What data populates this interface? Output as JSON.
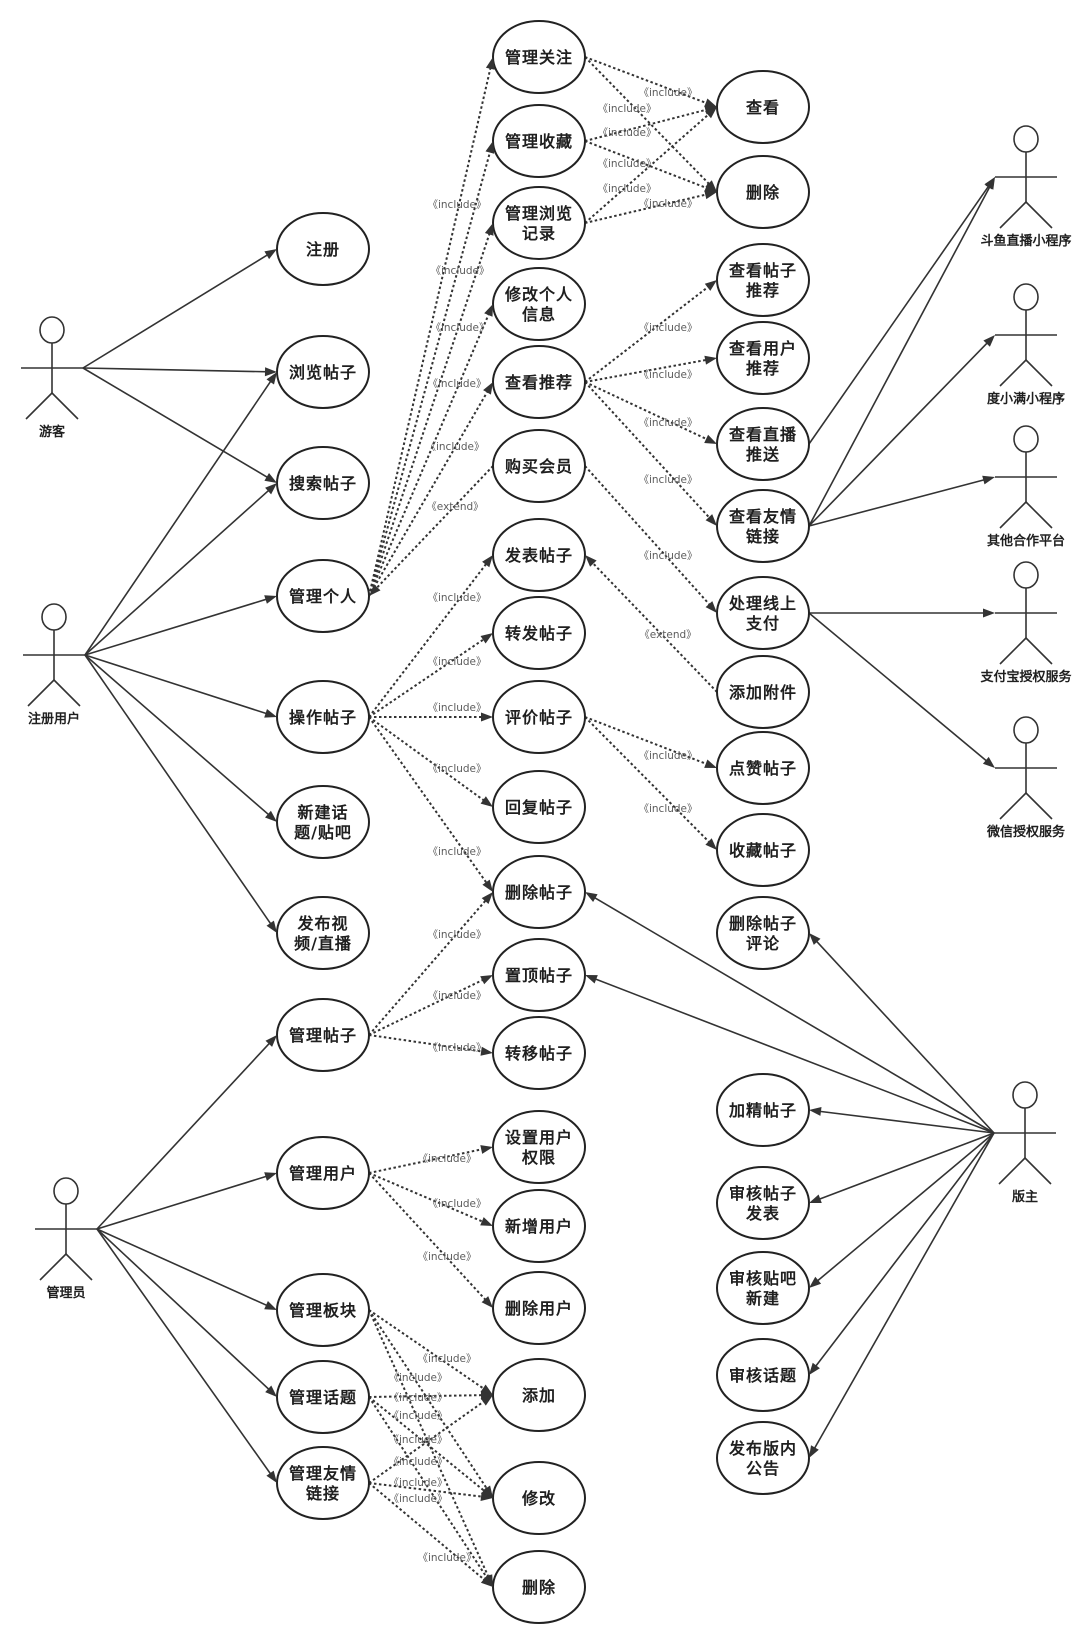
{
  "colors": {
    "background": "#ffffff",
    "line": "#333333",
    "ellipse_stroke": "#222222",
    "fill": "#ffffff",
    "text": "#1f1f1f",
    "stereotype_text": "#5c5c5c"
  },
  "actors": [
    {
      "name": "游客"
    },
    {
      "name": "注册用户"
    },
    {
      "name": "管理员"
    },
    {
      "name": "斗鱼直播小程序"
    },
    {
      "name": "度小满小程序"
    },
    {
      "name": "其他合作平台"
    },
    {
      "name": "支付宝授权服务"
    },
    {
      "name": "微信授权服务"
    },
    {
      "name": "版主"
    }
  ],
  "use_cases": [
    {
      "lines": [
        "注册"
      ]
    },
    {
      "lines": [
        "浏览帖子"
      ]
    },
    {
      "lines": [
        "搜索帖子"
      ]
    },
    {
      "lines": [
        "管理个人"
      ]
    },
    {
      "lines": [
        "操作帖子"
      ]
    },
    {
      "lines": [
        "新建话",
        "题/贴吧"
      ]
    },
    {
      "lines": [
        "发布视",
        "频/直播"
      ]
    },
    {
      "lines": [
        "管理帖子"
      ]
    },
    {
      "lines": [
        "管理用户"
      ]
    },
    {
      "lines": [
        "管理板块"
      ]
    },
    {
      "lines": [
        "管理话题"
      ]
    },
    {
      "lines": [
        "管理友情",
        "链接"
      ]
    },
    {
      "lines": [
        "管理关注"
      ]
    },
    {
      "lines": [
        "管理收藏"
      ]
    },
    {
      "lines": [
        "管理浏览",
        "记录"
      ]
    },
    {
      "lines": [
        "修改个人",
        "信息"
      ]
    },
    {
      "lines": [
        "查看推荐"
      ]
    },
    {
      "lines": [
        "购买会员"
      ]
    },
    {
      "lines": [
        "发表帖子"
      ]
    },
    {
      "lines": [
        "转发帖子"
      ]
    },
    {
      "lines": [
        "评价帖子"
      ]
    },
    {
      "lines": [
        "回复帖子"
      ]
    },
    {
      "lines": [
        "删除帖子"
      ]
    },
    {
      "lines": [
        "置顶帖子"
      ]
    },
    {
      "lines": [
        "转移帖子"
      ]
    },
    {
      "lines": [
        "设置用户",
        "权限"
      ]
    },
    {
      "lines": [
        "新增用户"
      ]
    },
    {
      "lines": [
        "删除用户"
      ]
    },
    {
      "lines": [
        "添加"
      ]
    },
    {
      "lines": [
        "修改"
      ]
    },
    {
      "lines": [
        "删除"
      ]
    },
    {
      "lines": [
        "查看"
      ]
    },
    {
      "lines": [
        "删除"
      ]
    },
    {
      "lines": [
        "查看帖子",
        "推荐"
      ]
    },
    {
      "lines": [
        "查看用户",
        "推荐"
      ]
    },
    {
      "lines": [
        "查看直播",
        "推送"
      ]
    },
    {
      "lines": [
        "查看友情",
        "链接"
      ]
    },
    {
      "lines": [
        "处理线上",
        "支付"
      ]
    },
    {
      "lines": [
        "添加附件"
      ]
    },
    {
      "lines": [
        "点赞帖子"
      ]
    },
    {
      "lines": [
        "收藏帖子"
      ]
    },
    {
      "lines": [
        "删除帖子",
        "评论"
      ]
    },
    {
      "lines": [
        "加精帖子"
      ]
    },
    {
      "lines": [
        "审核帖子",
        "发表"
      ]
    },
    {
      "lines": [
        "审核贴吧",
        "新建"
      ]
    },
    {
      "lines": [
        "审核话题"
      ]
    },
    {
      "lines": [
        "发布版内",
        "公告"
      ]
    }
  ],
  "actor_to_use_case": [
    [
      0,
      0
    ],
    [
      0,
      1
    ],
    [
      0,
      2
    ],
    [
      1,
      1
    ],
    [
      1,
      2
    ],
    [
      1,
      3
    ],
    [
      1,
      4
    ],
    [
      1,
      5
    ],
    [
      1,
      6
    ],
    [
      2,
      7
    ],
    [
      2,
      8
    ],
    [
      2,
      9
    ],
    [
      2,
      10
    ],
    [
      2,
      11
    ],
    [
      8,
      22
    ],
    [
      8,
      23
    ],
    [
      8,
      41
    ],
    [
      8,
      42
    ],
    [
      8,
      43
    ],
    [
      8,
      44
    ],
    [
      8,
      45
    ],
    [
      8,
      46
    ]
  ],
  "use_case_to_actor": [
    [
      35,
      3
    ],
    [
      36,
      3
    ],
    [
      36,
      4
    ],
    [
      36,
      5
    ],
    [
      37,
      6
    ],
    [
      37,
      7
    ]
  ],
  "dependencies": [
    {
      "from": 12,
      "to": 31,
      "stereotype": "《include》"
    },
    {
      "from": 12,
      "to": 32,
      "stereotype": "《include》"
    },
    {
      "from": 13,
      "to": 31,
      "stereotype": "《include》"
    },
    {
      "from": 13,
      "to": 32,
      "stereotype": "《include》"
    },
    {
      "from": 14,
      "to": 31,
      "stereotype": "《include》"
    },
    {
      "from": 14,
      "to": 32,
      "stereotype": "《include》"
    },
    {
      "from": 3,
      "to": 12,
      "stereotype": "《include》"
    },
    {
      "from": 3,
      "to": 13,
      "stereotype": "《include》"
    },
    {
      "from": 3,
      "to": 14,
      "stereotype": "《include》"
    },
    {
      "from": 3,
      "to": 15,
      "stereotype": "《include》"
    },
    {
      "from": 3,
      "to": 16,
      "stereotype": "《include》"
    },
    {
      "from": 17,
      "to": 3,
      "stereotype": "《extend》"
    },
    {
      "from": 16,
      "to": 33,
      "stereotype": "《include》"
    },
    {
      "from": 16,
      "to": 34,
      "stereotype": "《include》"
    },
    {
      "from": 16,
      "to": 35,
      "stereotype": "《include》"
    },
    {
      "from": 16,
      "to": 36,
      "stereotype": "《include》"
    },
    {
      "from": 17,
      "to": 37,
      "stereotype": "《include》"
    },
    {
      "from": 38,
      "to": 18,
      "stereotype": "《extend》"
    },
    {
      "from": 4,
      "to": 18,
      "stereotype": "《include》"
    },
    {
      "from": 4,
      "to": 19,
      "stereotype": "《include》"
    },
    {
      "from": 4,
      "to": 20,
      "stereotype": "《include》"
    },
    {
      "from": 4,
      "to": 21,
      "stereotype": "《include》"
    },
    {
      "from": 4,
      "to": 22,
      "stereotype": "《include》"
    },
    {
      "from": 20,
      "to": 39,
      "stereotype": "《include》"
    },
    {
      "from": 20,
      "to": 40,
      "stereotype": "《include》"
    },
    {
      "from": 7,
      "to": 22,
      "stereotype": "《include》"
    },
    {
      "from": 7,
      "to": 23,
      "stereotype": "《include》"
    },
    {
      "from": 7,
      "to": 24,
      "stereotype": "《include》"
    },
    {
      "from": 8,
      "to": 25,
      "stereotype": "《include》"
    },
    {
      "from": 8,
      "to": 26,
      "stereotype": "《include》"
    },
    {
      "from": 8,
      "to": 27,
      "stereotype": "《include》"
    },
    {
      "from": 9,
      "to": 28,
      "stereotype": "《include》"
    },
    {
      "from": 9,
      "to": 29,
      "stereotype": "《include》"
    },
    {
      "from": 9,
      "to": 30,
      "stereotype": "《include》"
    },
    {
      "from": 10,
      "to": 28,
      "stereotype": "《include》"
    },
    {
      "from": 10,
      "to": 29,
      "stereotype": "《include》"
    },
    {
      "from": 10,
      "to": 30,
      "stereotype": "《include》"
    },
    {
      "from": 11,
      "to": 28,
      "stereotype": "《include》"
    },
    {
      "from": 11,
      "to": 29,
      "stereotype": "《include》"
    },
    {
      "from": 11,
      "to": 30,
      "stereotype": "《include》"
    }
  ]
}
